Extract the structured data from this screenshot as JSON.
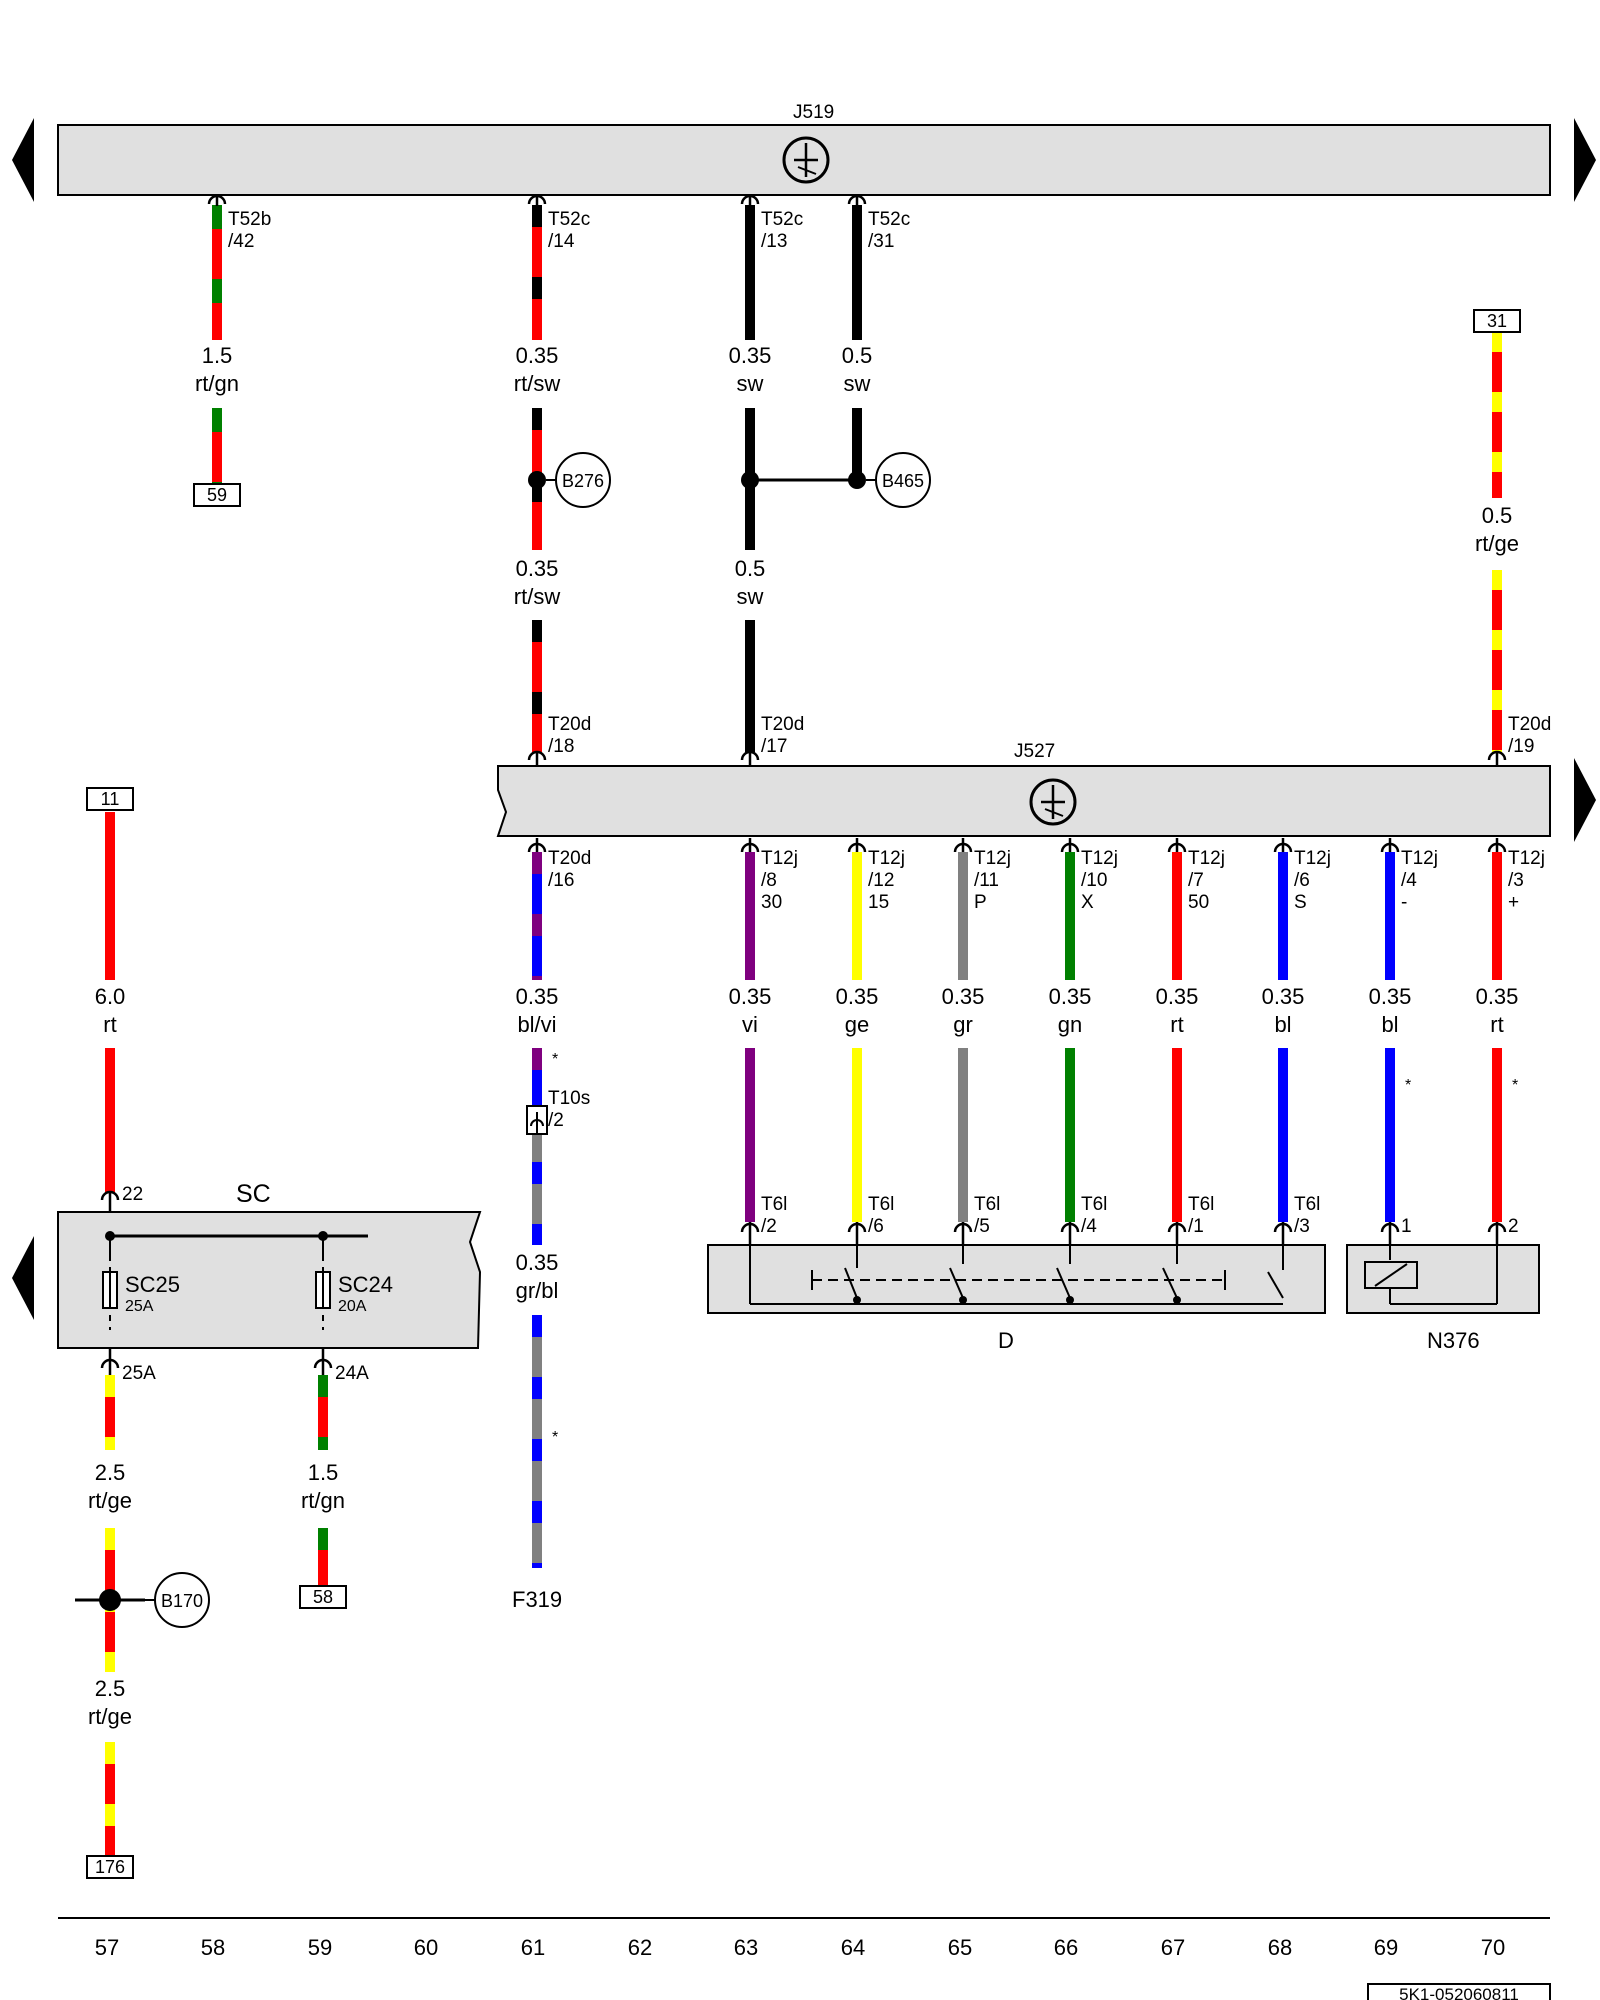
{
  "components": {
    "j519": {
      "label": "J519"
    },
    "j527": {
      "label": "J527"
    },
    "sc": {
      "label": "SC"
    },
    "sc25": {
      "label": "SC25",
      "rating": "25A"
    },
    "sc24": {
      "label": "SC24",
      "rating": "20A"
    },
    "d": {
      "label": "D"
    },
    "n376": {
      "label": "N376"
    },
    "f319": {
      "label": "F319"
    }
  },
  "references": {
    "b276": "B276",
    "b465": "B465",
    "b170": "B170",
    "box_59": "59",
    "box_31": "31",
    "box_11": "11",
    "box_58": "58",
    "box_176": "176"
  },
  "connectors": {
    "t52b_42": [
      "T52b",
      "/42"
    ],
    "t52c_14": [
      "T52c",
      "/14"
    ],
    "t52c_13": [
      "T52c",
      "/13"
    ],
    "t52c_31": [
      "T52c",
      "/31"
    ],
    "t20d_18": [
      "T20d",
      "/18"
    ],
    "t20d_17": [
      "T20d",
      "/17"
    ],
    "t20d_19": [
      "T20d",
      "/19"
    ],
    "t20d_16": [
      "T20d",
      "/16"
    ],
    "t12j_8": [
      "T12j",
      "/8",
      "30"
    ],
    "t12j_12": [
      "T12j",
      "/12",
      "15"
    ],
    "t12j_11": [
      "T12j",
      "/11",
      "P"
    ],
    "t12j_10": [
      "T12j",
      "/10",
      "X"
    ],
    "t12j_7": [
      "T12j",
      "/7",
      "50"
    ],
    "t12j_6": [
      "T12j",
      "/6",
      "S"
    ],
    "t12j_4": [
      "T12j",
      "/4",
      "-"
    ],
    "t12j_3": [
      "T12j",
      "/3",
      "+"
    ],
    "t10s_2": [
      "T10s",
      "/2"
    ],
    "t6l_2": [
      "T6l",
      "/2"
    ],
    "t6l_6": [
      "T6l",
      "/6"
    ],
    "t6l_5": [
      "T6l",
      "/5"
    ],
    "t6l_4": [
      "T6l",
      "/4"
    ],
    "t6l_1": [
      "T6l",
      "/1"
    ],
    "t6l_3": [
      "T6l",
      "/3"
    ],
    "sc_22": "22",
    "sc_25a": "25A",
    "sc_24a": "24A",
    "n376_1": "1",
    "n376_2": "2"
  },
  "wires": {
    "w58a": [
      "1.5",
      "rt/gn"
    ],
    "w61a": [
      "0.35",
      "rt/sw"
    ],
    "w61b": [
      "0.35",
      "rt/sw"
    ],
    "w63a": [
      "0.35",
      "sw"
    ],
    "w64a": [
      "0.5",
      "sw"
    ],
    "w63b": [
      "0.5",
      "sw"
    ],
    "w70a": [
      "0.5",
      "rt/ge"
    ],
    "w57a": [
      "6.0",
      "rt"
    ],
    "w61c": [
      "0.35",
      "bl/vi"
    ],
    "w61d": [
      "0.35",
      "gr/bl"
    ],
    "w63c": [
      "0.35",
      "vi"
    ],
    "w64c": [
      "0.35",
      "ge"
    ],
    "w65c": [
      "0.35",
      "gr"
    ],
    "w66c": [
      "0.35",
      "gn"
    ],
    "w67c": [
      "0.35",
      "rt"
    ],
    "w68c": [
      "0.35",
      "bl"
    ],
    "w69c": [
      "0.35",
      "bl"
    ],
    "w70c": [
      "0.35",
      "rt"
    ],
    "w57b": [
      "2.5",
      "rt/ge"
    ],
    "w59b": [
      "1.5",
      "rt/gn"
    ],
    "w57c": [
      "2.5",
      "rt/ge"
    ]
  },
  "asterisk": "*",
  "grid_numbers": [
    "57",
    "58",
    "59",
    "60",
    "61",
    "62",
    "63",
    "64",
    "65",
    "66",
    "67",
    "68",
    "69",
    "70"
  ],
  "doc_id": "5K1-052060811",
  "colors": {
    "rt": "#ff0000",
    "gn": "#008000",
    "sw": "#000000",
    "ge": "#ffff00",
    "bl": "#0000ff",
    "vi": "#7f007f",
    "gr": "#808080",
    "component_fill": "#e0e0e0"
  }
}
